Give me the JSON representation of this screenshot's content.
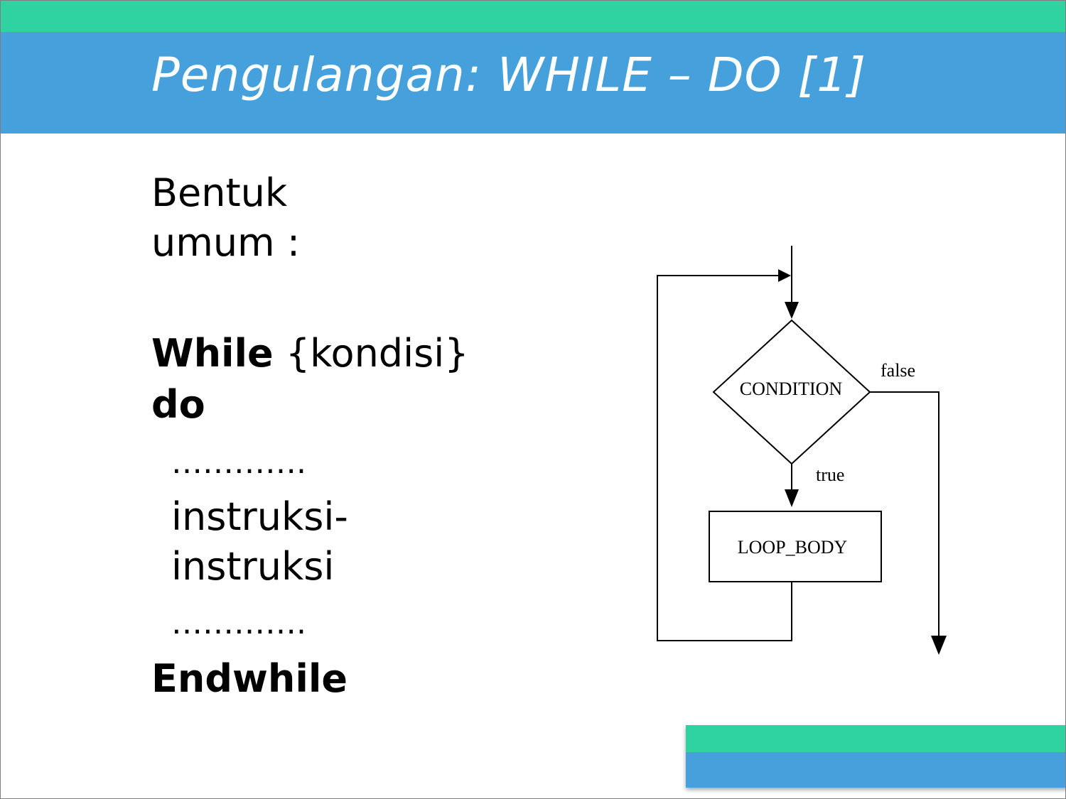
{
  "slide": {
    "title": "Pengulangan: WHILE – DO [1]",
    "intro_line1": "Bentuk",
    "intro_line2": "umum :",
    "while_keyword": "While",
    "while_condition": " {kondisi}",
    "do_keyword": "do",
    "dots_top": "………….",
    "instr_line1": "instruksi-",
    "instr_line2": "instruksi",
    "dots_bottom": "………….",
    "end_keyword": "Endwhile"
  },
  "flowchart": {
    "condition_label": "CONDITION",
    "false_label": "false",
    "true_label": "true",
    "body_label": "LOOP_BODY"
  },
  "colors": {
    "accent_green": "#2fd3a2",
    "accent_blue": "#45a0dc"
  }
}
